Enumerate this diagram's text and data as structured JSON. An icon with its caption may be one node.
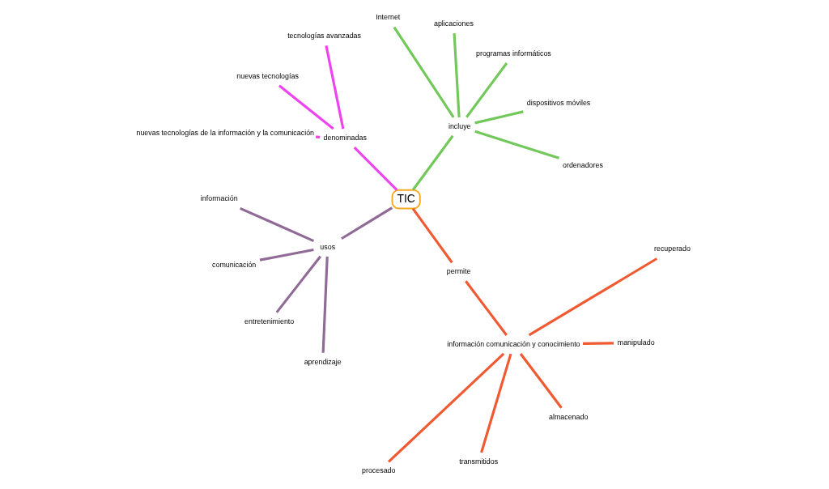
{
  "diagram": {
    "nodes": [
      {
        "text": [
          "TIC"
        ]
      },
      {
        "text": [
          "incluye"
        ]
      },
      {
        "text": [
          "ordenadores"
        ]
      },
      {
        "text": [
          "dispositivos móviles"
        ]
      },
      {
        "text": [
          "programas informáticos"
        ]
      },
      {
        "text": [
          "aplicaciones"
        ]
      },
      {
        "text": [
          "Internet"
        ]
      },
      {
        "text": [
          "denominadas"
        ]
      },
      {
        "text": [
          "tecnologías avanzadas"
        ]
      },
      {
        "text": [
          "nuevas tecnologías"
        ]
      },
      {
        "text": [
          "nuevas tecnologías de la información y la comunicación"
        ]
      },
      {
        "text": [
          "usos"
        ]
      },
      {
        "text": [
          "información"
        ]
      },
      {
        "text": [
          "comunicación"
        ]
      },
      {
        "text": [
          "entretenimiento"
        ]
      },
      {
        "text": [
          "aprendizaje"
        ]
      },
      {
        "text": [
          "permite"
        ]
      },
      {
        "text": [
          "información comunicación y conocimiento"
        ]
      },
      {
        "text": [
          "procesado"
        ]
      },
      {
        "text": [
          "transmitidos"
        ]
      },
      {
        "text": [
          "almacenado"
        ]
      },
      {
        "text": [
          "manipulado"
        ]
      },
      {
        "text": [
          "recuperado"
        ]
      }
    ],
    "edges": [
      {
        "from": 0,
        "to": 1,
        "arrow": "none",
        "color": "#72c85a"
      },
      {
        "from": 1,
        "to": 2,
        "arrow": "none",
        "color": "#72c85a"
      },
      {
        "from": 1,
        "to": 3,
        "arrow": "none",
        "color": "#72c85a"
      },
      {
        "from": 1,
        "to": 4,
        "arrow": "none",
        "color": "#72c85a"
      },
      {
        "from": 1,
        "to": 5,
        "arrow": "none",
        "color": "#72c85a"
      },
      {
        "from": 1,
        "to": 6,
        "arrow": "none",
        "color": "#72c85a"
      },
      {
        "from": 0,
        "to": 7,
        "arrow": "none",
        "color": "#ee44f0"
      },
      {
        "from": 7,
        "to": 8,
        "arrow": "none",
        "color": "#ee44f0"
      },
      {
        "from": 7,
        "to": 9,
        "arrow": "none",
        "color": "#ee44f0"
      },
      {
        "from": 7,
        "to": 10,
        "arrow": "none",
        "color": "#ee44f0"
      },
      {
        "from": 0,
        "to": 11,
        "arrow": "none",
        "color": "#8f6b96"
      },
      {
        "from": 11,
        "to": 12,
        "arrow": "none",
        "color": "#8f6b96"
      },
      {
        "from": 11,
        "to": 13,
        "arrow": "none",
        "color": "#8f6b96"
      },
      {
        "from": 11,
        "to": 14,
        "arrow": "none",
        "color": "#8f6b96"
      },
      {
        "from": 11,
        "to": 15,
        "arrow": "none",
        "color": "#8f6b96"
      },
      {
        "from": 0,
        "to": 16,
        "arrow": "none",
        "color": "#f05a32"
      },
      {
        "from": 16,
        "to": 17,
        "arrow": "none",
        "color": "#f05a32"
      },
      {
        "from": 17,
        "to": 18,
        "arrow": "none",
        "color": "#f05a32"
      },
      {
        "from": 17,
        "to": 19,
        "arrow": "none",
        "color": "#f05a32"
      },
      {
        "from": 17,
        "to": 20,
        "arrow": "none",
        "color": "#f05a32"
      },
      {
        "from": 17,
        "to": 21,
        "arrow": "none",
        "color": "#f05a32"
      },
      {
        "from": 17,
        "to": 22,
        "arrow": "none",
        "color": "#f05a32"
      }
    ]
  }
}
